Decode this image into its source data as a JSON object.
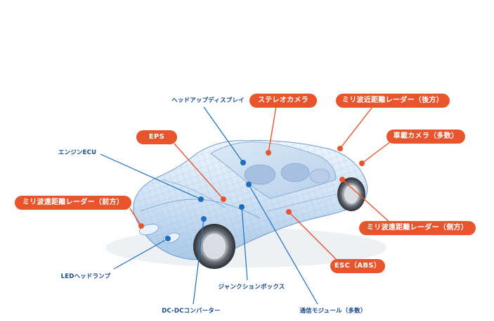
{
  "colors": {
    "orange": "#e8552c",
    "blue": "#1a6fc0",
    "car_body": "#cfe2f4",
    "wire": "#7fa9d6"
  },
  "labels": {
    "hud": "ヘッドアップディスプレイ",
    "stereo_camera": "ステレオカメラ",
    "mmwave_rear": "ミリ波近距離レーダー（後方）",
    "camera_multi": "車載カメラ（多数）",
    "eps": "EPS",
    "engine_ecu": "エンジンECU",
    "mmwave_front": "ミリ波遠距離レーダー（前方）",
    "mmwave_side": "ミリ波遠距離レーダー（側方）",
    "esc": "ESC（ABS）",
    "led_headlamp": "LEDヘッドランプ",
    "junction_box": "ジャンクションボックス",
    "dcdc": "DC-DCコンバーター",
    "comm_module": "通信モジュール（多数）"
  }
}
